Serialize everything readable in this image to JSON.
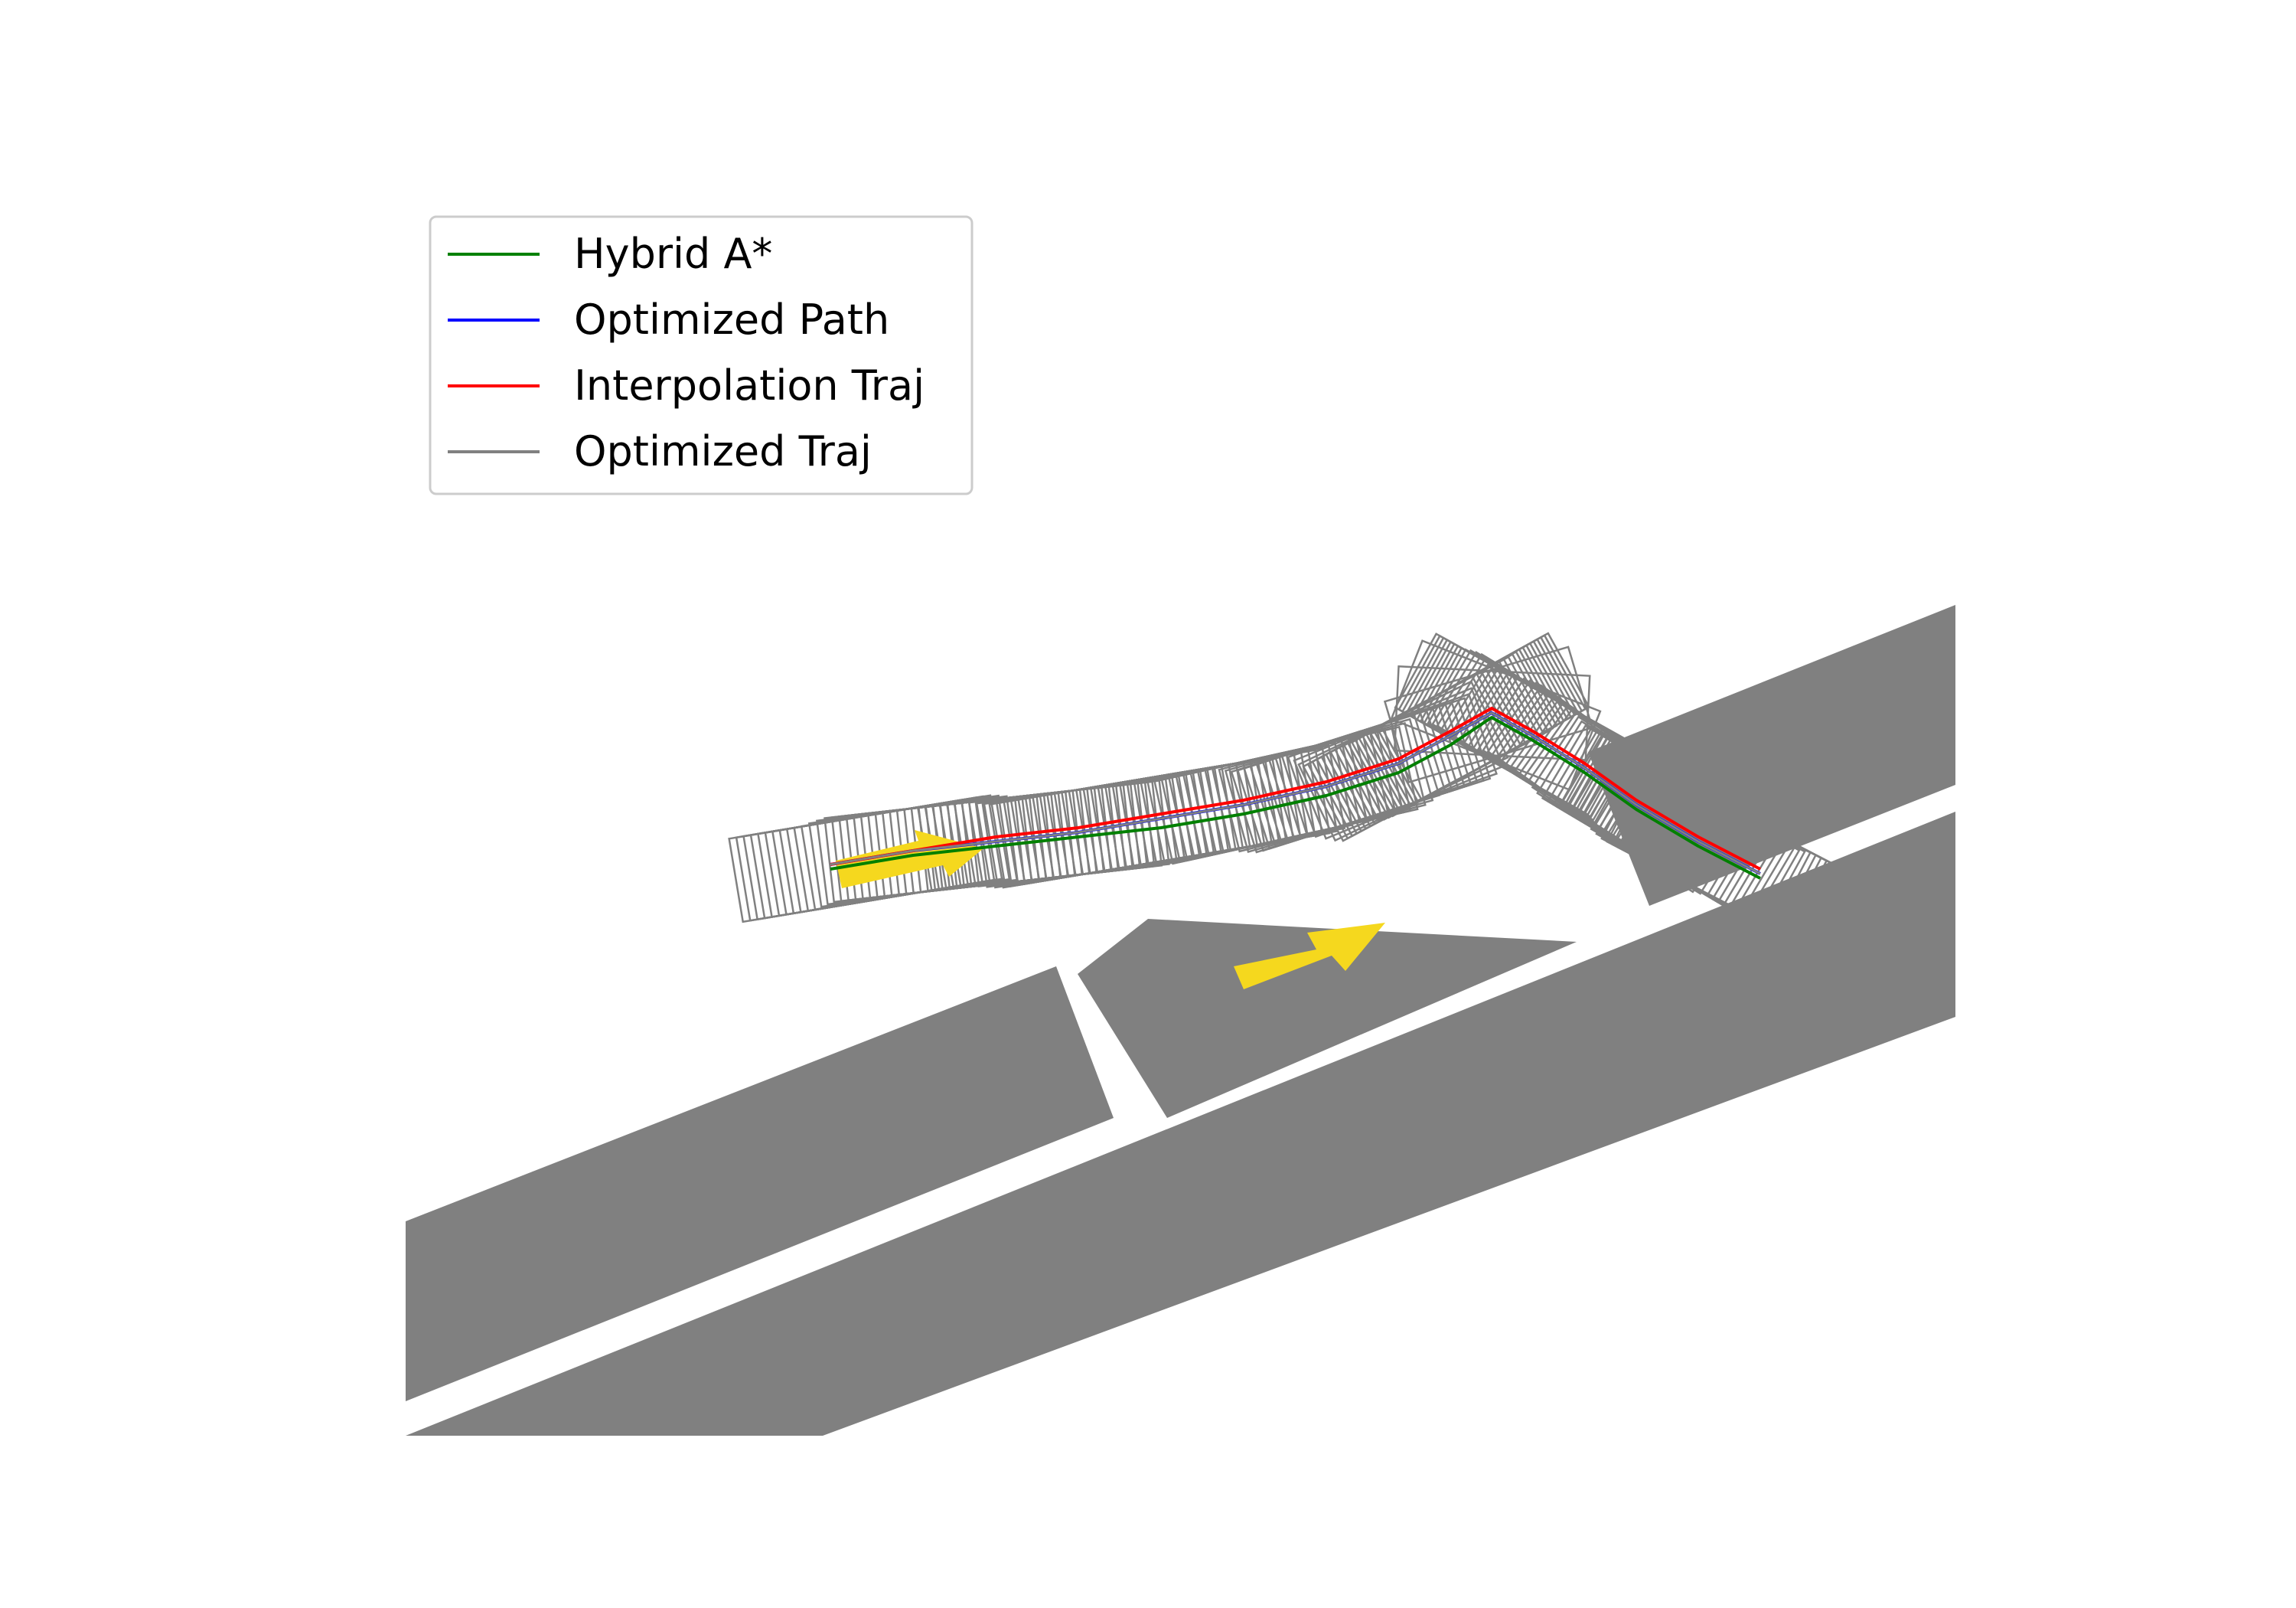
{
  "chart_data": {
    "type": "line",
    "title": "",
    "xlabel": "",
    "ylabel": "",
    "axes_visible": false,
    "grid": false,
    "legend_placement": "upper-left",
    "series": [
      {
        "name": "Hybrid A*",
        "color": "#008000",
        "x": [
          4.0,
          4.8,
          5.6,
          6.4,
          7.2,
          8.0,
          8.8,
          9.5,
          10.0,
          10.4,
          10.8,
          11.3,
          11.8,
          12.4,
          13.0
        ],
        "y": [
          6.5,
          6.8,
          7.0,
          7.2,
          7.4,
          7.7,
          8.1,
          8.6,
          9.2,
          9.8,
          9.3,
          8.6,
          7.8,
          7.0,
          6.3
        ]
      },
      {
        "name": "Optimized Path",
        "color": "#0000ff",
        "x": [
          4.0,
          4.8,
          5.6,
          6.4,
          7.2,
          8.0,
          8.8,
          9.5,
          10.0,
          10.4,
          10.8,
          11.3,
          11.8,
          12.4,
          13.0
        ],
        "y": [
          6.6,
          6.9,
          7.1,
          7.3,
          7.6,
          7.9,
          8.3,
          8.8,
          9.4,
          9.9,
          9.4,
          8.7,
          7.9,
          7.1,
          6.4
        ]
      },
      {
        "name": "Interpolation Traj",
        "color": "#ff0000",
        "x": [
          4.0,
          4.8,
          5.6,
          6.4,
          7.2,
          8.0,
          8.8,
          9.5,
          10.0,
          10.4,
          10.8,
          11.3,
          11.8,
          12.4,
          13.0
        ],
        "y": [
          6.6,
          6.9,
          7.2,
          7.4,
          7.7,
          8.0,
          8.4,
          8.9,
          9.5,
          10.0,
          9.5,
          8.8,
          8.0,
          7.2,
          6.5
        ]
      },
      {
        "name": "Optimized Traj",
        "color": "#808080",
        "x": [
          4.0,
          4.8,
          5.6,
          6.4,
          7.2,
          8.0,
          8.8,
          9.5,
          10.0,
          10.4,
          10.8,
          11.3,
          11.8,
          12.4,
          13.0
        ],
        "y": [
          6.6,
          6.9,
          7.1,
          7.3,
          7.6,
          7.9,
          8.3,
          8.8,
          9.4,
          9.9,
          9.4,
          8.7,
          7.9,
          7.1,
          6.4
        ]
      }
    ]
  }
}
